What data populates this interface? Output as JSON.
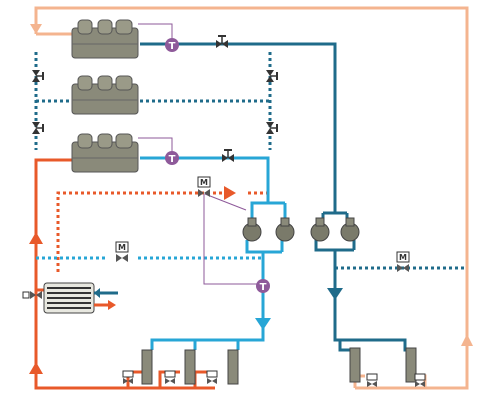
{
  "colors": {
    "background": "#ffffff",
    "chilled_supply": "#1f6b8a",
    "chilled_return": "#27a6d6",
    "condenser_supply": "#e8592a",
    "condenser_return": "#f4b48f",
    "sensor": "#8e5a9a",
    "chiller_body": "#8a8a7a",
    "valve": "#333333"
  },
  "diagram": {
    "sensor_label": "T",
    "motor_label": "M",
    "chillers": [
      {
        "name": "chiller-1",
        "state": "running"
      },
      {
        "name": "chiller-2",
        "state": "standby"
      },
      {
        "name": "chiller-3",
        "state": "running"
      }
    ],
    "sensors": [
      {
        "name": "temp-sensor-1",
        "label": "T"
      },
      {
        "name": "temp-sensor-2",
        "label": "T"
      },
      {
        "name": "temp-sensor-3",
        "label": "T"
      }
    ],
    "motorized_valves": [
      {
        "name": "motorized-valve-condenser",
        "label": "M"
      },
      {
        "name": "motorized-valve-bypass",
        "label": "M"
      },
      {
        "name": "motorized-valve-right-bypass",
        "label": "M"
      }
    ]
  }
}
